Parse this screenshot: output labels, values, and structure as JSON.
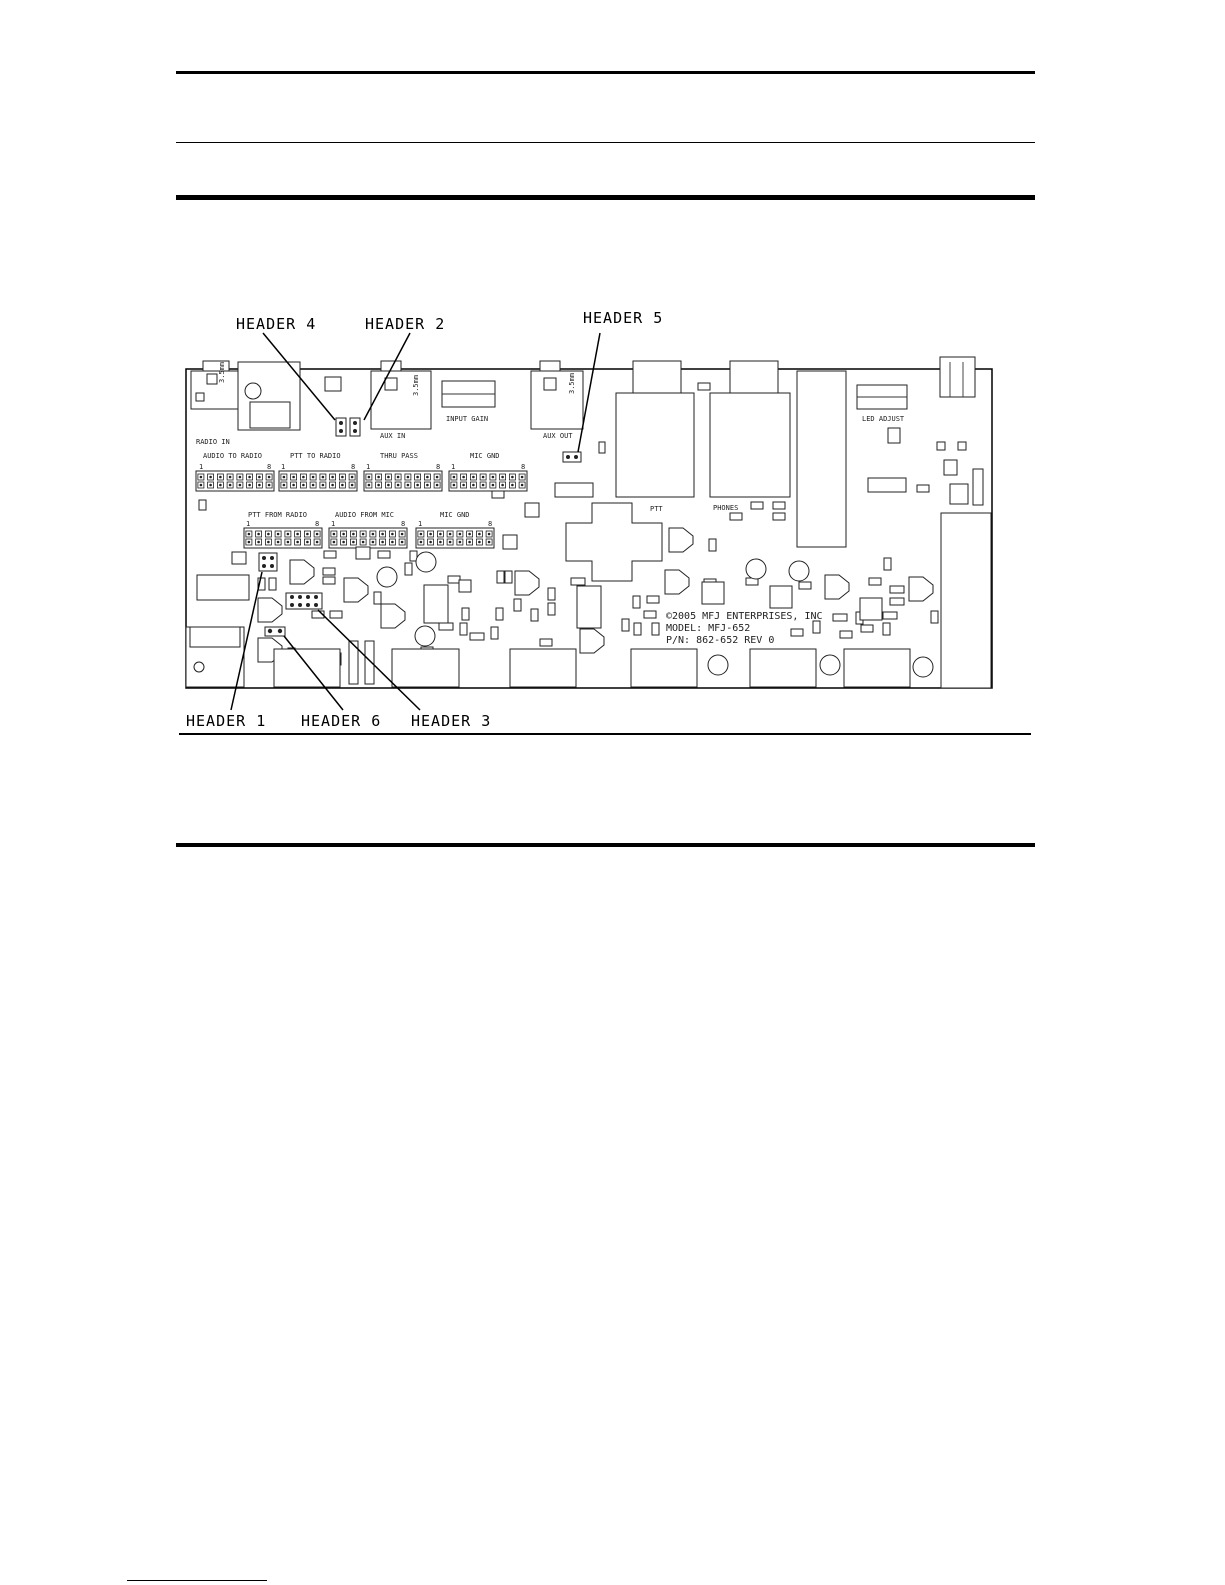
{
  "callouts": {
    "header4": "HEADER 4",
    "header2": "HEADER 2",
    "header5": "HEADER 5",
    "header1": "HEADER 1",
    "header6": "HEADER 6",
    "header3": "HEADER 3"
  },
  "board_labels": {
    "radio_in": "RADIO IN",
    "audio_to_radio": "AUDIO TO RADIO",
    "ptt_to_radio": "PTT TO RADIO",
    "thru_pass": "THRU PASS",
    "mic_gnd_top": "MIC GND",
    "ptt_from_radio": "PTT FROM RADIO",
    "audio_from_mic": "AUDIO FROM MIC",
    "mic_gnd_bottom": "MIC GND",
    "aux_in": "AUX IN",
    "aux_out": "AUX OUT",
    "input_gain": "INPUT GAIN",
    "led_adjust": "LED ADJUST",
    "ptt": "PTT",
    "phones": "PHONES",
    "jack_size": "3.5mm",
    "copyright": "©2005 MFJ ENTERPRISES, INC",
    "model": "MODEL: MFJ-652",
    "part_number": "P/N: 862-652 REV 0",
    "pin_one": "1",
    "pin_eight": "8"
  }
}
